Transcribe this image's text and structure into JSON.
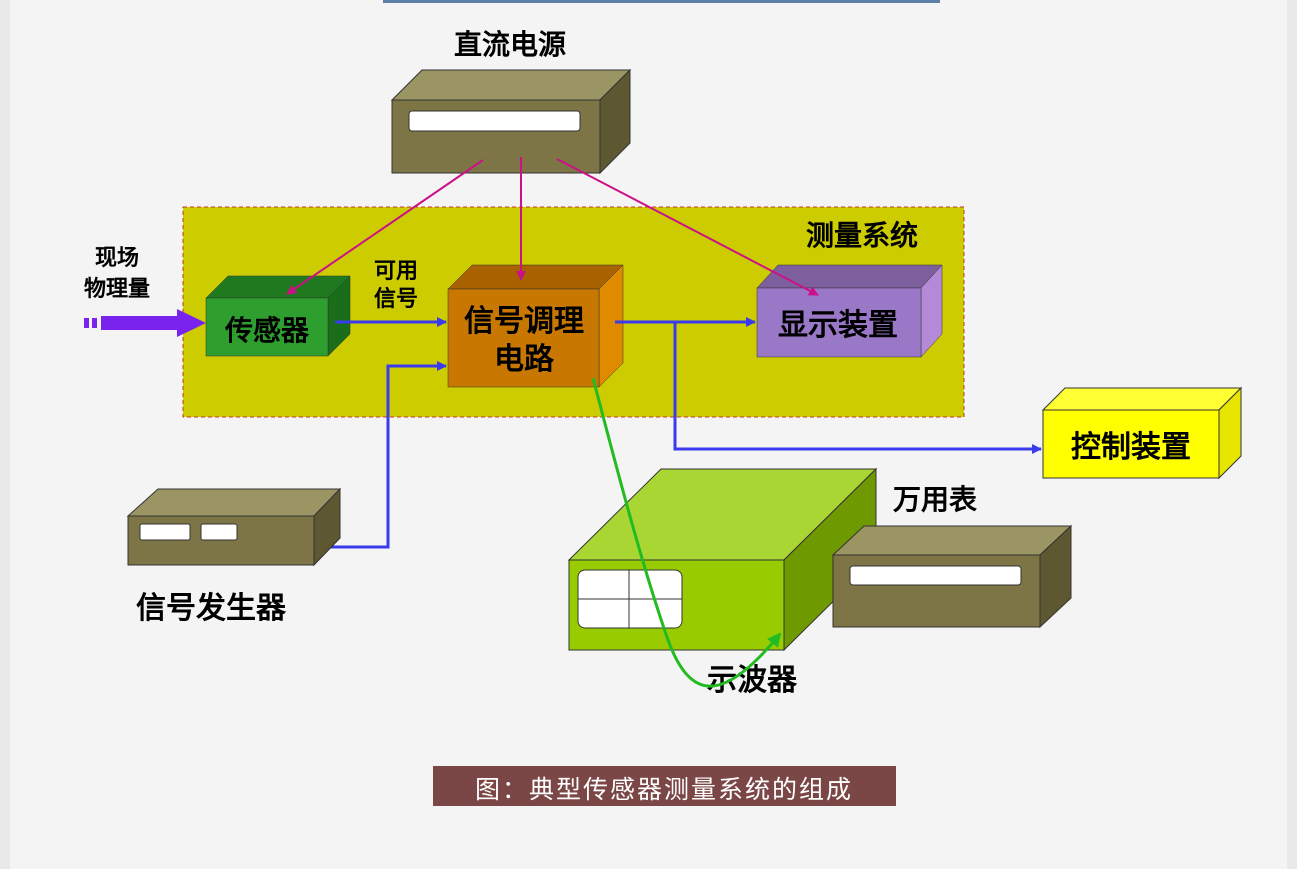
{
  "labels": {
    "power_supply": "直流电源",
    "field_quantity_line1": "现场",
    "field_quantity_line2": "物理量",
    "usable_signal_line1": "可用",
    "usable_signal_line2": "信号",
    "measurement_system": "测量系统",
    "sensor": "传感器",
    "conditioning_line1": "信号调理",
    "conditioning_line2": "电路",
    "display": "显示装置",
    "control": "控制装置",
    "multimeter": "万用表",
    "signal_generator": "信号发生器",
    "oscilloscope": "示波器"
  },
  "caption": "图：典型传感器测量系统的组成",
  "colors": {
    "measurement_area": "#cccc00",
    "sensor": "#2e9e2e",
    "conditioning": "#c87800",
    "display": "#9a78c8",
    "control": "#ffff00",
    "instrument": "#7d7545",
    "oscilloscope": "#99cc00",
    "signal_arrow": "#3a3aee",
    "power_arrow": "#cc1188",
    "scope_probe": "#22bb22",
    "input_arrow": "#7a22ee",
    "caption_bg": "#7b4646"
  },
  "icons": [
    "power-supply-box",
    "signal-generator-box",
    "oscilloscope-box",
    "multimeter-box"
  ]
}
